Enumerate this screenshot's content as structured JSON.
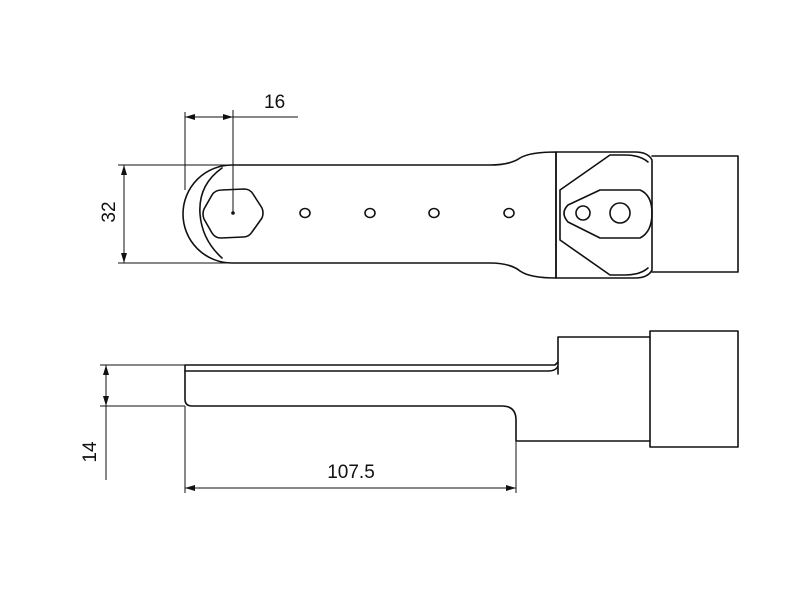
{
  "dimensions": {
    "hex_offset": "16",
    "handle_width": "32",
    "thickness": "14",
    "length": "107.5"
  },
  "colors": {
    "line": "#111111",
    "background": "#ffffff"
  }
}
